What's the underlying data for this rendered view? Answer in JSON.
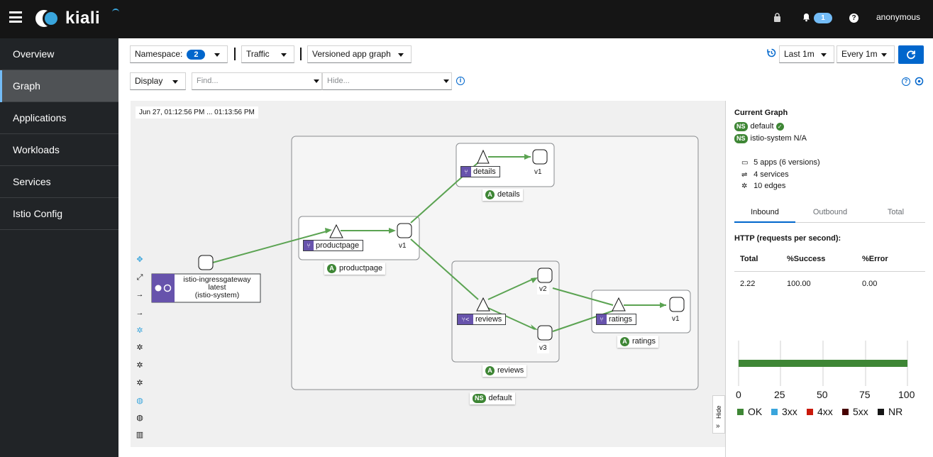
{
  "masthead": {
    "logo_text": "kiali",
    "notification_count": "1",
    "user": "anonymous",
    "help": "?"
  },
  "sidebar": {
    "items": [
      {
        "label": "Overview"
      },
      {
        "label": "Graph",
        "active": true
      },
      {
        "label": "Applications"
      },
      {
        "label": "Workloads"
      },
      {
        "label": "Services"
      },
      {
        "label": "Istio Config"
      }
    ]
  },
  "toolbar": {
    "namespace_label": "Namespace:",
    "namespace_count": "2",
    "traffic_label": "Traffic",
    "graph_type": "Versioned app graph",
    "duration": "Last 1m",
    "refresh_interval": "Every 1m",
    "display_label": "Display",
    "find_placeholder": "Find...",
    "hide_placeholder": "Hide..."
  },
  "graph": {
    "timestamp": "Jun 27, 01:12:56 PM ... 01:13:56 PM",
    "ingress_label": "istio-ingressgateway\nlatest\n(istio-system)",
    "namespace_box": "default",
    "apps": {
      "details": "details",
      "productpage": "productpage",
      "reviews": "reviews",
      "ratings": "ratings"
    },
    "versions": {
      "v1": "v1",
      "v2": "v2",
      "v3": "v3"
    },
    "ns_pill": "NS",
    "app_pill": "A"
  },
  "side_panel": {
    "title": "Current Graph",
    "ns_pill": "NS",
    "namespaces": [
      {
        "name": "default",
        "status": "ok"
      },
      {
        "name": "istio-system",
        "status": "N/A"
      }
    ],
    "apps_stat": "5 apps (6 versions)",
    "services_stat": "4 services",
    "edges_stat": "10 edges",
    "tabs": [
      "Inbound",
      "Outbound",
      "Total"
    ],
    "http_title": "HTTP (requests per second):",
    "table_headers": [
      "Total",
      "%Success",
      "%Error"
    ],
    "table_values": [
      "2.22",
      "100.00",
      "0.00"
    ],
    "chart_ticks": [
      "0",
      "25",
      "50",
      "75",
      "100"
    ],
    "legend": [
      {
        "label": "OK",
        "color": "#3e8635"
      },
      {
        "label": "3xx",
        "color": "#39a5dc"
      },
      {
        "label": "4xx",
        "color": "#c9190b"
      },
      {
        "label": "5xx",
        "color": "#470000"
      },
      {
        "label": "NR",
        "color": "#151515"
      }
    ],
    "success_percent": 100
  },
  "hide_tab": "Hide"
}
